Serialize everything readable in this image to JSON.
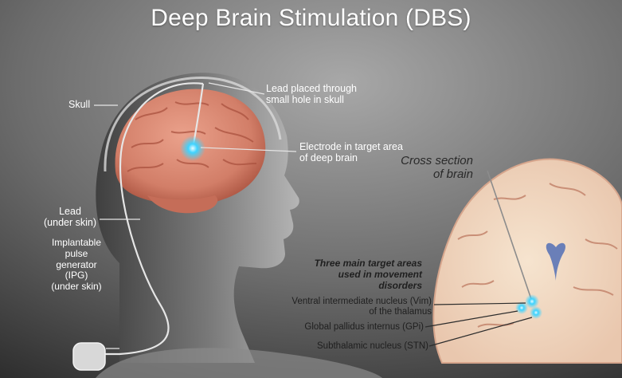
{
  "title": "Deep Brain Stimulation (DBS)",
  "labels": {
    "skull": "Skull",
    "lead_skull": "Lead placed through\nsmall hole in skull",
    "electrode": "Electrode in target area\nof deep brain",
    "lead_skin": "Lead\n(under skin)",
    "ipg": "Implantable\npulse\ngenerator\n(IPG)\n(under skin)",
    "cross_section": "Cross section\nof brain",
    "targets_heading": "Three main target areas\nused in movement\ndisorders",
    "vim": "Ventral intermediate nucleus (Vim)\nof the thalamus",
    "gpi": "Global pallidus internus (GPi)",
    "stn": "Subthalamic nucleus (STN)"
  },
  "colors": {
    "background_light": "#9a9a9a",
    "background_dark": "#2f2f2f",
    "brain": "#d98a74",
    "brain_shadow": "#b05a48",
    "electrode_glow": "#3fd3ff",
    "target_glow": "#29c6f2",
    "ventricle": "#6a7fb8"
  }
}
